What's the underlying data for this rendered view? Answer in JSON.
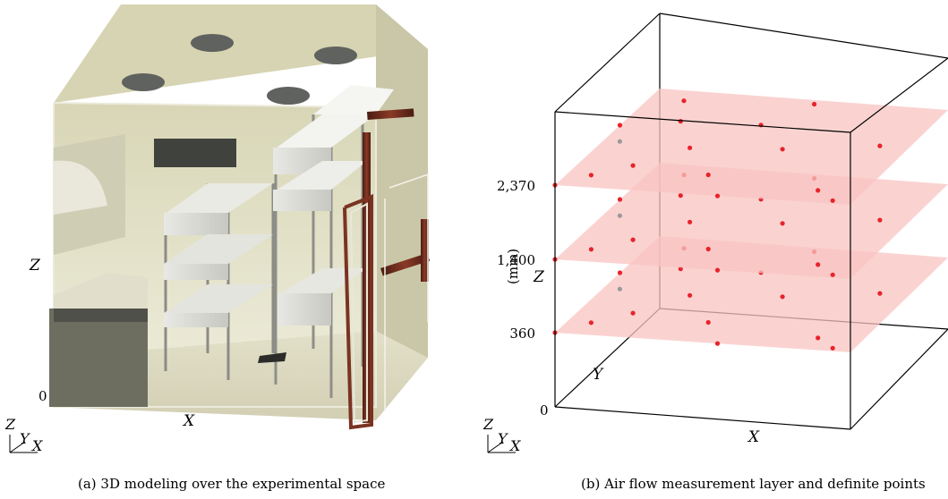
{
  "panel_a": {
    "axis_z": "Z",
    "axis_x": "X",
    "origin": "0",
    "triad_z": "Z",
    "triad_y": "Y",
    "triad_x": "X",
    "caption": "(a)  3D modeling over the experimental space"
  },
  "panel_b": {
    "unit": "(mm)",
    "axis_z": "Z",
    "axis_x": "X",
    "axis_y": "Y",
    "origin": "0",
    "triad_z": "Z",
    "triad_y": "Y",
    "triad_x": "X",
    "caption": "(b)  Air flow measurement layer and definite points",
    "layers": [
      {
        "label": "360",
        "height_mm": 360
      },
      {
        "label": "1,400",
        "height_mm": 1400
      },
      {
        "label": "2,370",
        "height_mm": 2370
      }
    ]
  },
  "colors": {
    "layer_fill": "#f8c4c2",
    "point": "#e8232a",
    "point_inactive": "#9a9a9a",
    "box_line": "#000000",
    "room_wall": "#d9d7b8",
    "pipe": "#6b2a1e"
  }
}
